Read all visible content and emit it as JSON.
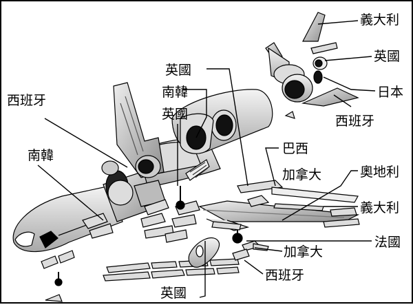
{
  "labels": {
    "italy_top": "義大利",
    "uk_engine": "英國",
    "japan": "日本",
    "spain_right": "西班牙",
    "spain_left": "西班牙",
    "uk_top": "英國",
    "korea_top": "南韓",
    "uk_mid": "英國",
    "korea_left": "南韓",
    "brazil": "巴西",
    "canada_top": "加拿大",
    "austria": "奧地利",
    "italy_mid": "義大利",
    "france": "法國",
    "canada_bottom": "加拿大",
    "spain_bottom": "西班牙",
    "uk_bottom": "英國"
  }
}
